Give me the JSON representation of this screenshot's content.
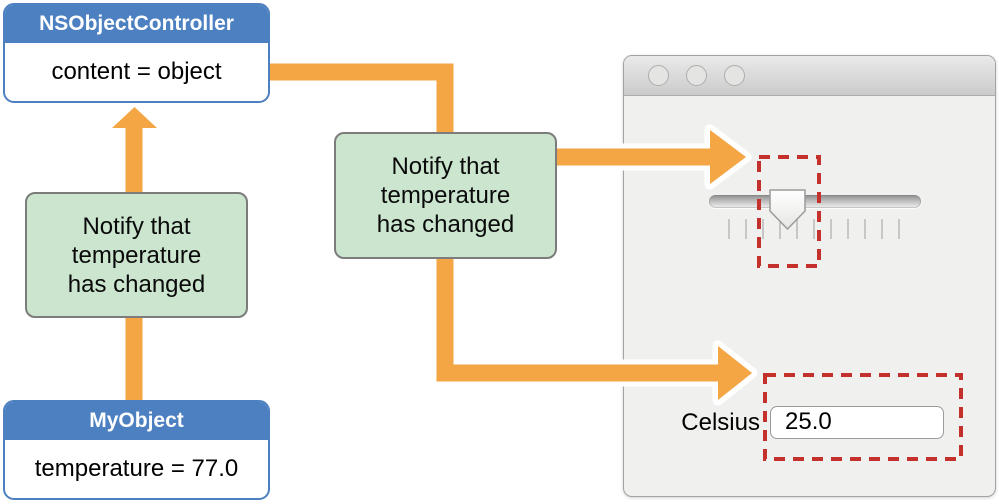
{
  "colors": {
    "arrow_orange": "#F4A644",
    "box_blue": "#4C80C1",
    "note_green": "#CBE5CF",
    "note_border": "#7C7C7C",
    "highlight_red": "#C4302C",
    "window_bg": "#F0F0EE"
  },
  "controller_box": {
    "title": "NSObjectController",
    "body": "content = object"
  },
  "model_box": {
    "title": "MyObject",
    "body": "temperature = 77.0"
  },
  "notify_left": {
    "lines": [
      "Notify that",
      "temperature",
      "has changed"
    ]
  },
  "notify_right": {
    "lines": [
      "Notify that",
      "temperature",
      "has changed"
    ]
  },
  "app_window": {
    "slider": {
      "tick_count": 11
    },
    "celsius_label": "Celsius",
    "celsius_value": "25.0"
  }
}
